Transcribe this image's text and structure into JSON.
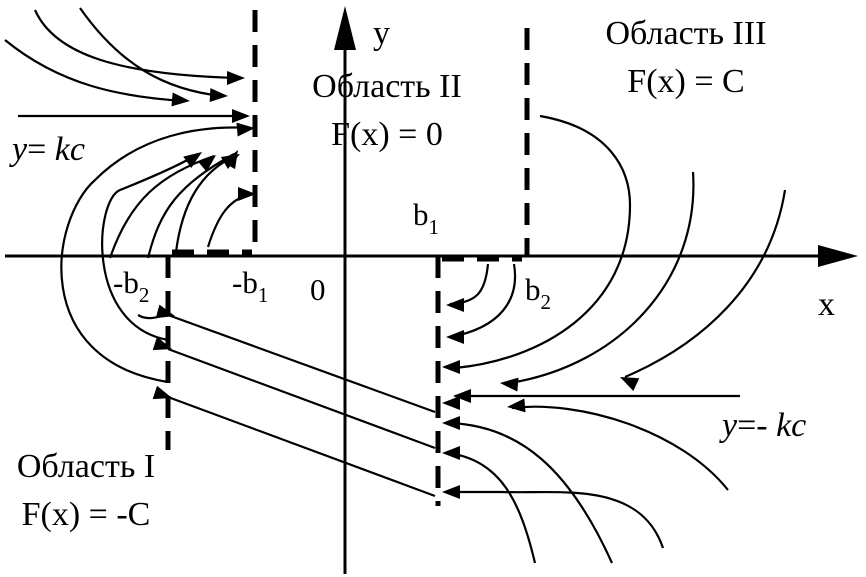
{
  "axes": {
    "x": "x",
    "y": "y",
    "origin": "0"
  },
  "ticks": {
    "neg_b1": {
      "main": "-b",
      "sub": "1"
    },
    "neg_b2": {
      "main": "-b",
      "sub": "2"
    },
    "b1": {
      "main": "b",
      "sub": "1"
    },
    "b2": {
      "main": "b",
      "sub": "2"
    }
  },
  "regions": {
    "region1": {
      "name": "Область I",
      "formula": "F(x) = -C"
    },
    "region2": {
      "name": "Область II",
      "formula": "F(x) = 0"
    },
    "region3": {
      "name": "Область III",
      "formula": "F(x) = C"
    }
  },
  "lines": {
    "upper": {
      "prefix": "y",
      "eq": "= ",
      "rhs": "kc"
    },
    "lower": {
      "prefix": "y",
      "eq": "=- ",
      "rhs": "kc"
    }
  }
}
